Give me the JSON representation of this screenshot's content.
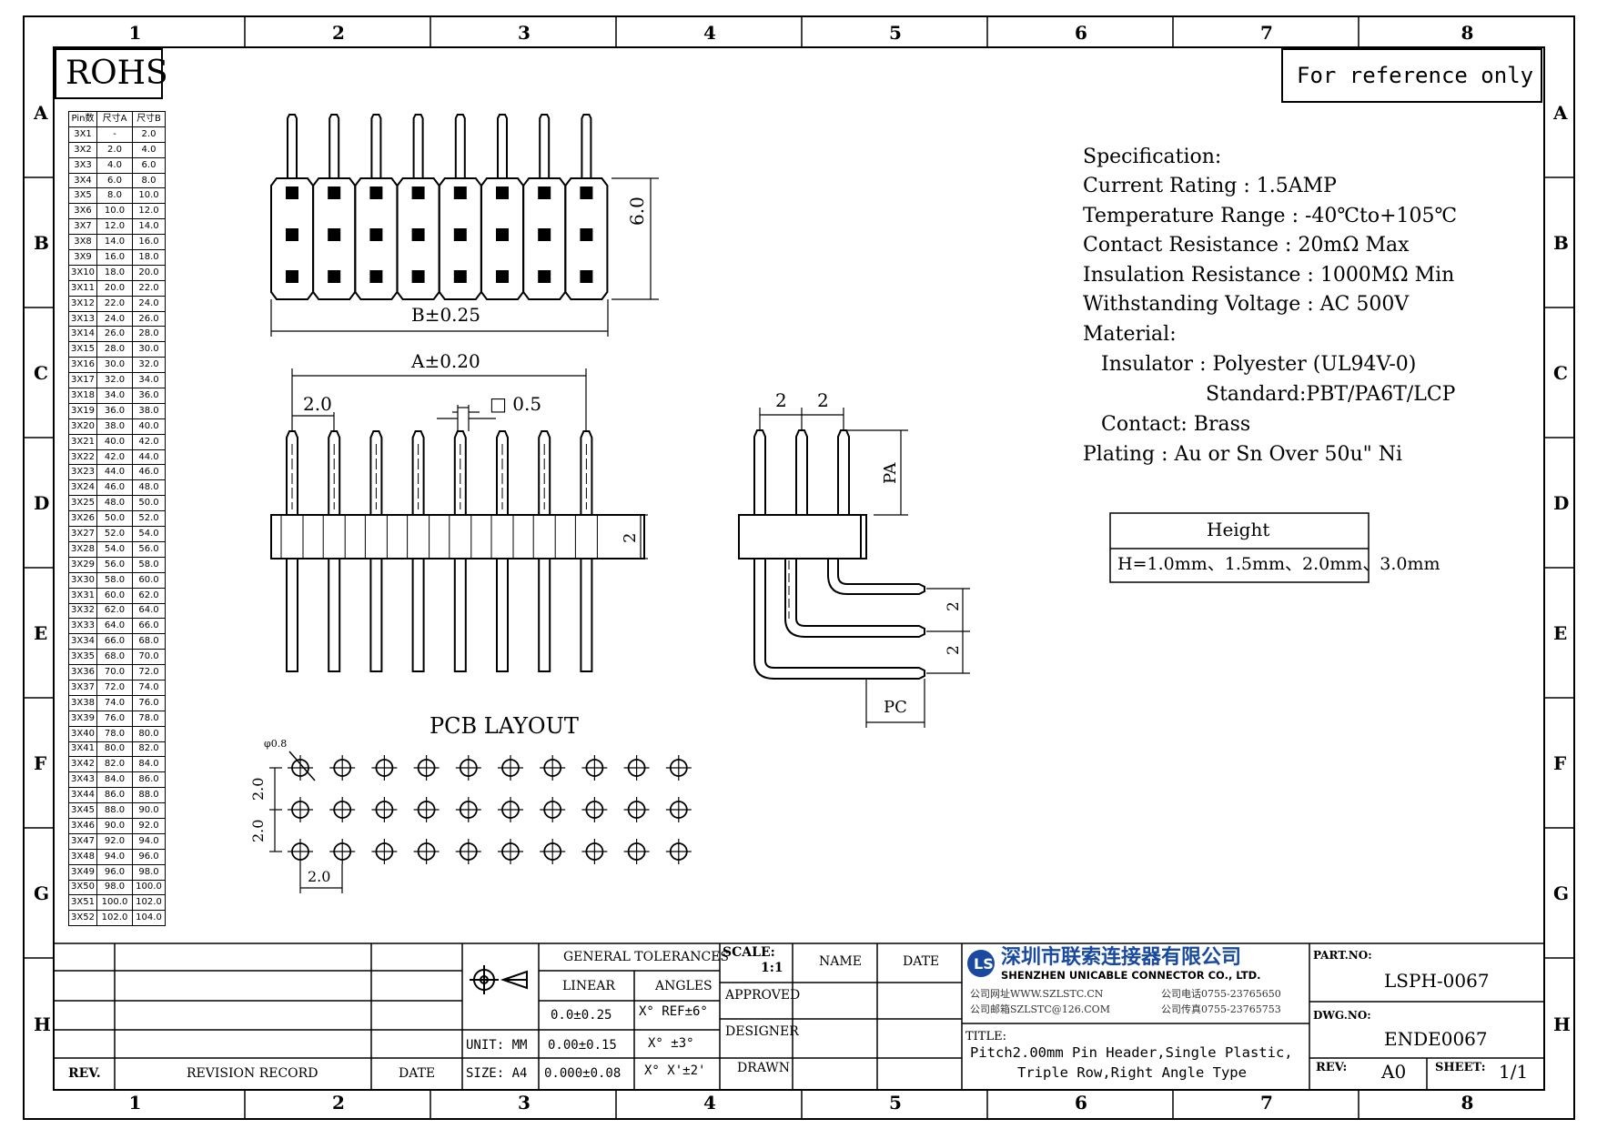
{
  "zones": {
    "columns": [
      "1",
      "2",
      "3",
      "4",
      "5",
      "6",
      "7",
      "8"
    ],
    "rows": [
      "A",
      "B",
      "C",
      "D",
      "E",
      "F",
      "G",
      "H"
    ]
  },
  "rohs_label": "ROHS",
  "reference_note": "For reference only",
  "pin_table": {
    "headers": [
      "Pin数",
      "尺寸A",
      "尺寸B"
    ],
    "rows": [
      [
        "3X1",
        "-",
        "2.0"
      ],
      [
        "3X2",
        "2.0",
        "4.0"
      ],
      [
        "3X3",
        "4.0",
        "6.0"
      ],
      [
        "3X4",
        "6.0",
        "8.0"
      ],
      [
        "3X5",
        "8.0",
        "10.0"
      ],
      [
        "3X6",
        "10.0",
        "12.0"
      ],
      [
        "3X7",
        "12.0",
        "14.0"
      ],
      [
        "3X8",
        "14.0",
        "16.0"
      ],
      [
        "3X9",
        "16.0",
        "18.0"
      ],
      [
        "3X10",
        "18.0",
        "20.0"
      ],
      [
        "3X11",
        "20.0",
        "22.0"
      ],
      [
        "3X12",
        "22.0",
        "24.0"
      ],
      [
        "3X13",
        "24.0",
        "26.0"
      ],
      [
        "3X14",
        "26.0",
        "28.0"
      ],
      [
        "3X15",
        "28.0",
        "30.0"
      ],
      [
        "3X16",
        "30.0",
        "32.0"
      ],
      [
        "3X17",
        "32.0",
        "34.0"
      ],
      [
        "3X18",
        "34.0",
        "36.0"
      ],
      [
        "3X19",
        "36.0",
        "38.0"
      ],
      [
        "3X20",
        "38.0",
        "40.0"
      ],
      [
        "3X21",
        "40.0",
        "42.0"
      ],
      [
        "3X22",
        "42.0",
        "44.0"
      ],
      [
        "3X23",
        "44.0",
        "46.0"
      ],
      [
        "3X24",
        "46.0",
        "48.0"
      ],
      [
        "3X25",
        "48.0",
        "50.0"
      ],
      [
        "3X26",
        "50.0",
        "52.0"
      ],
      [
        "3X27",
        "52.0",
        "54.0"
      ],
      [
        "3X28",
        "54.0",
        "56.0"
      ],
      [
        "3X29",
        "56.0",
        "58.0"
      ],
      [
        "3X30",
        "58.0",
        "60.0"
      ],
      [
        "3X31",
        "60.0",
        "62.0"
      ],
      [
        "3X32",
        "62.0",
        "64.0"
      ],
      [
        "3X33",
        "64.0",
        "66.0"
      ],
      [
        "3X34",
        "66.0",
        "68.0"
      ],
      [
        "3X35",
        "68.0",
        "70.0"
      ],
      [
        "3X36",
        "70.0",
        "72.0"
      ],
      [
        "3X37",
        "72.0",
        "74.0"
      ],
      [
        "3X38",
        "74.0",
        "76.0"
      ],
      [
        "3X39",
        "76.0",
        "78.0"
      ],
      [
        "3X40",
        "78.0",
        "80.0"
      ],
      [
        "3X41",
        "80.0",
        "82.0"
      ],
      [
        "3X42",
        "82.0",
        "84.0"
      ],
      [
        "3X43",
        "84.0",
        "86.0"
      ],
      [
        "3X44",
        "86.0",
        "88.0"
      ],
      [
        "3X45",
        "88.0",
        "90.0"
      ],
      [
        "3X46",
        "90.0",
        "92.0"
      ],
      [
        "3X47",
        "92.0",
        "94.0"
      ],
      [
        "3X48",
        "94.0",
        "96.0"
      ],
      [
        "3X49",
        "96.0",
        "98.0"
      ],
      [
        "3X50",
        "98.0",
        "100.0"
      ],
      [
        "3X51",
        "100.0",
        "102.0"
      ],
      [
        "3X52",
        "102.0",
        "104.0"
      ]
    ]
  },
  "dimensions": {
    "top_height": "6.0",
    "b_width": "B±0.25",
    "a_width": "A±0.20",
    "pitch_front": "2.0",
    "pin_square": "□ 0.5",
    "insulator_height": "2",
    "side_pitch_1": "2",
    "side_pitch_2": "2",
    "pa": "PA",
    "pc": "PC",
    "tail_pitch_1": "2",
    "tail_pitch_2": "2",
    "pcb_title": "PCB LAYOUT",
    "hole_dia": "φ0.8",
    "pcb_row_pitch_1": "2.0",
    "pcb_row_pitch_2": "2.0",
    "pcb_col_pitch": "2.0"
  },
  "spec": {
    "title": "Specification:",
    "current": "Current Rating : 1.5AMP",
    "temperature": "Temperature Range : -40℃to+105℃",
    "contact_resistance": "Contact Resistance : 20mΩ Max",
    "insulation": "Insulation Resistance : 1000MΩ Min",
    "voltage": "Withstanding Voltage : AC 500V",
    "material": "Material:",
    "insulator": "Insulator : Polyester (UL94V-0)",
    "standard": "Standard:PBT/PA6T/LCP",
    "contact": "Contact: Brass",
    "plating": "Plating : Au or Sn Over 50u\" Ni"
  },
  "height_table": {
    "header": "Height",
    "value": "H=1.0mm、1.5mm、2.0mm、3.0mm"
  },
  "title_block": {
    "rev_label": "REV.",
    "revision_record": "REVISION RECORD",
    "date_label": "DATE",
    "unit": "UNIT: MM",
    "size": "SIZE: A4",
    "general_tolerances": "GENERAL TOLERANCES",
    "linear": "LINEAR",
    "angles": "ANGLES",
    "tol1": "0.0±0.25",
    "tol2": "0.00±0.15",
    "tol3": "0.000±0.08",
    "ang1": "X° REF±6°",
    "ang2": "X° ±3°",
    "ang3": "X° X'±2'",
    "scale_label": "SCALE:",
    "scale": "1:1",
    "name": "NAME",
    "date": "DATE",
    "approved": "APPROVED",
    "designer": "DESIGNER",
    "drawn": "DRAWN",
    "company_cn": "深圳市联索连接器有限公司",
    "company_en": "SHENZHEN UNICABLE CONNECTOR CO., LTD.",
    "website": "公司网址WWW.SZLSTC.CN",
    "phone": "公司电话0755-23765650",
    "email": "公司邮箱SZLSTC@126.COM",
    "fax": "公司传真0755-23765753",
    "title_label": "TITLE:",
    "title_line1": "Pitch2.00mm Pin Header,Single Plastic,",
    "title_line2": "Triple Row,Right Angle Type",
    "part_no_label": "PART.NO:",
    "part_no": "LSPH-0067",
    "dwg_no_label": "DWG.NO:",
    "dwg_no": "ENDE0067",
    "rev2_label": "REV:",
    "rev": "A0",
    "sheet_label": "SHEET:",
    "sheet": "1/1",
    "logo": "LS"
  }
}
